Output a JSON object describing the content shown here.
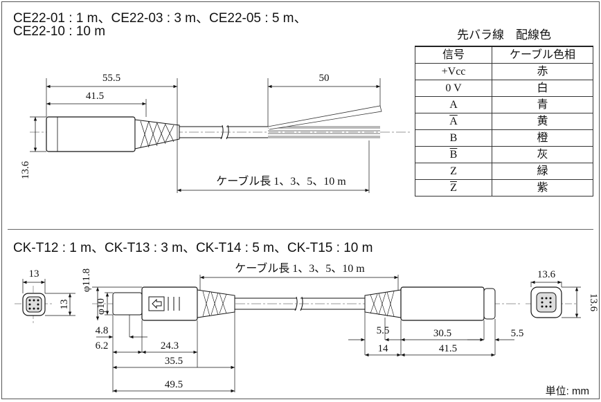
{
  "top_section": {
    "header_line1": "CE22-01 : 1 m、CE22-03 : 3 m、CE22-05 : 5 m、",
    "header_line2": "CE22-10 : 10 m",
    "dims": {
      "total_length": "55.5",
      "body_length": "41.5",
      "wire_length": "50",
      "height": "13.6",
      "cable_length": "ケーブル長 1、3、5、10 m"
    }
  },
  "wire_table": {
    "title": "先バラ線　配線色",
    "col_signal": "信号",
    "col_color": "ケーブル色相",
    "rows": [
      {
        "signal": "+Vcc",
        "color": "赤",
        "overline": false
      },
      {
        "signal": "0 V",
        "color": "白",
        "overline": false
      },
      {
        "signal": "A",
        "color": "青",
        "overline": false
      },
      {
        "signal": "A",
        "color": "黄",
        "overline": true
      },
      {
        "signal": "B",
        "color": "橙",
        "overline": false
      },
      {
        "signal": "B",
        "color": "灰",
        "overline": true
      },
      {
        "signal": "Z",
        "color": "緑",
        "overline": false
      },
      {
        "signal": "Z",
        "color": "紫",
        "overline": true
      }
    ]
  },
  "bottom_section": {
    "header": "CK-T12 : 1 m、CK-T13 : 3 m、CK-T14 : 5 m、CK-T15 : 10 m",
    "dims": {
      "cable_length": "ケーブル長 1、3、5、10 m",
      "face_width": "13",
      "face_height": "13",
      "outer_dia": "φ11.8",
      "inner_dia": "φ10",
      "d4_8": "4.8",
      "d6_2": "6.2",
      "d24_3": "24.3",
      "d35_5": "35.5",
      "d49_5": "49.5",
      "r5_5a": "5.5",
      "r14": "14",
      "r30_5": "30.5",
      "r41_5": "41.5",
      "r5_5b": "5.5",
      "r13_6w": "13.6",
      "r13_6h": "13.6"
    }
  },
  "unit_label": "単位: mm"
}
